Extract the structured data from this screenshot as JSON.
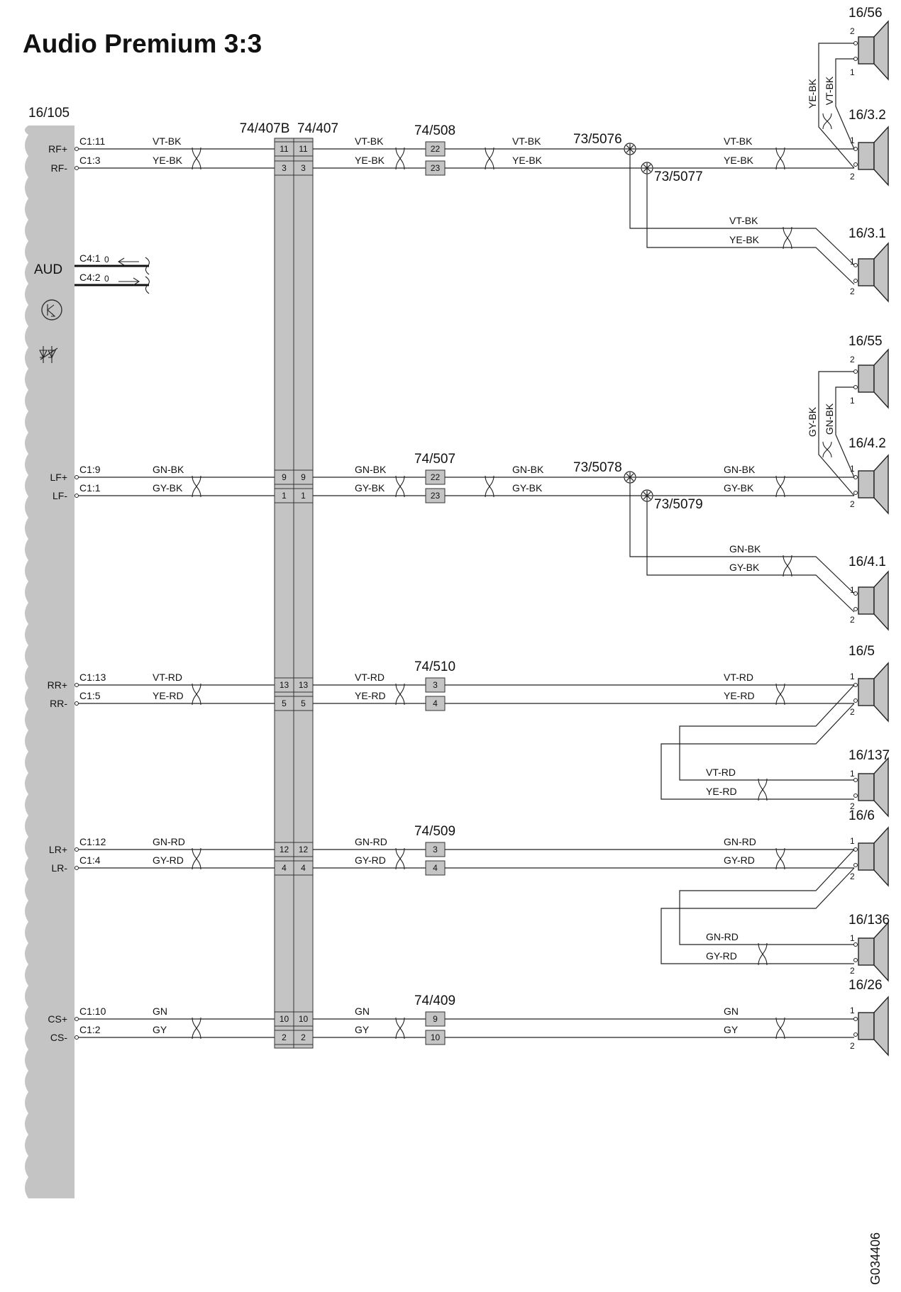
{
  "title": "Audio Premium 3:3",
  "drawing_code": "G034406",
  "module": {
    "ref": "16/105",
    "aud_label": "AUD",
    "pins": [
      "RF+",
      "RF-",
      "LF+",
      "LF-",
      "RR+",
      "RR-",
      "LR+",
      "LR-",
      "CS+",
      "CS-"
    ],
    "icons": [
      "transistor-icon",
      "diode-pair-icon"
    ]
  },
  "connector_refs": [
    "74/407B",
    "74/407"
  ],
  "aud_connectors": [
    "C4:1",
    "C4:2"
  ],
  "channels": [
    {
      "key": "rf",
      "cpins": [
        "C1:11",
        "C1:3"
      ],
      "wires": [
        "VT-BK",
        "YE-BK"
      ],
      "ic_pins": [
        "11",
        "3"
      ],
      "conn": "74/508",
      "conn_pins": [
        "22",
        "23"
      ],
      "splices": [
        "73/5076",
        "73/5077"
      ],
      "spk_main": "16/3.2",
      "spk_tweeter": "16/56",
      "spk_branch": "16/3.1"
    },
    {
      "key": "lf",
      "cpins": [
        "C1:9",
        "C1:1"
      ],
      "wires": [
        "GN-BK",
        "GY-BK"
      ],
      "ic_pins": [
        "9",
        "1"
      ],
      "conn": "74/507",
      "conn_pins": [
        "22",
        "23"
      ],
      "splices": [
        "73/5078",
        "73/5079"
      ],
      "spk_main": "16/4.2",
      "spk_tweeter": "16/55",
      "spk_branch": "16/4.1"
    },
    {
      "key": "rr",
      "cpins": [
        "C1:13",
        "C1:5"
      ],
      "wires": [
        "VT-RD",
        "YE-RD"
      ],
      "ic_pins": [
        "13",
        "5"
      ],
      "conn": "74/510",
      "conn_pins": [
        "3",
        "4"
      ],
      "spk_main": "16/5",
      "spk_branch": "16/137"
    },
    {
      "key": "lr",
      "cpins": [
        "C1:12",
        "C1:4"
      ],
      "wires": [
        "GN-RD",
        "GY-RD"
      ],
      "ic_pins": [
        "12",
        "4"
      ],
      "conn": "74/509",
      "conn_pins": [
        "3",
        "4"
      ],
      "spk_main": "16/6",
      "spk_branch": "16/136"
    },
    {
      "key": "cs",
      "cpins": [
        "C1:10",
        "C1:2"
      ],
      "wires": [
        "GN",
        "GY"
      ],
      "ic_pins": [
        "10",
        "2"
      ],
      "conn": "74/409",
      "conn_pins": [
        "9",
        "10"
      ],
      "spk_main": "16/26"
    }
  ],
  "speaker_pin_labels": [
    "1",
    "2"
  ]
}
